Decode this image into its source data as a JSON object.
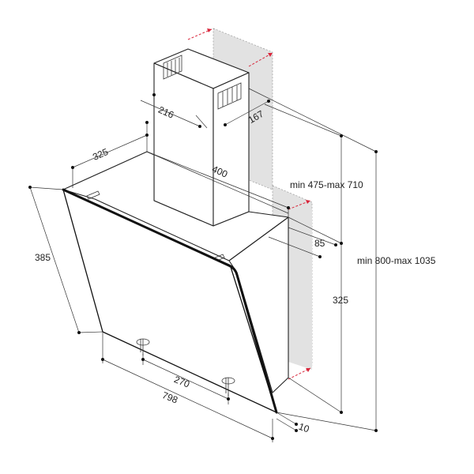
{
  "dimensions": {
    "chimney_width": "216",
    "chimney_depth": "167",
    "hood_depth_top": "325",
    "hood_width_top": "400",
    "side_offset": "85",
    "chimney_height": "min 475-max 710",
    "body_height": "325",
    "total_height": "min 800-max 1035",
    "glass_height": "385",
    "bracket_spacing": "270",
    "glass_width": "798",
    "glass_thickness": "10"
  },
  "colors": {
    "wall_fill": "#e2e2e2",
    "arrow_red": "#d9263b",
    "line": "#222222"
  }
}
